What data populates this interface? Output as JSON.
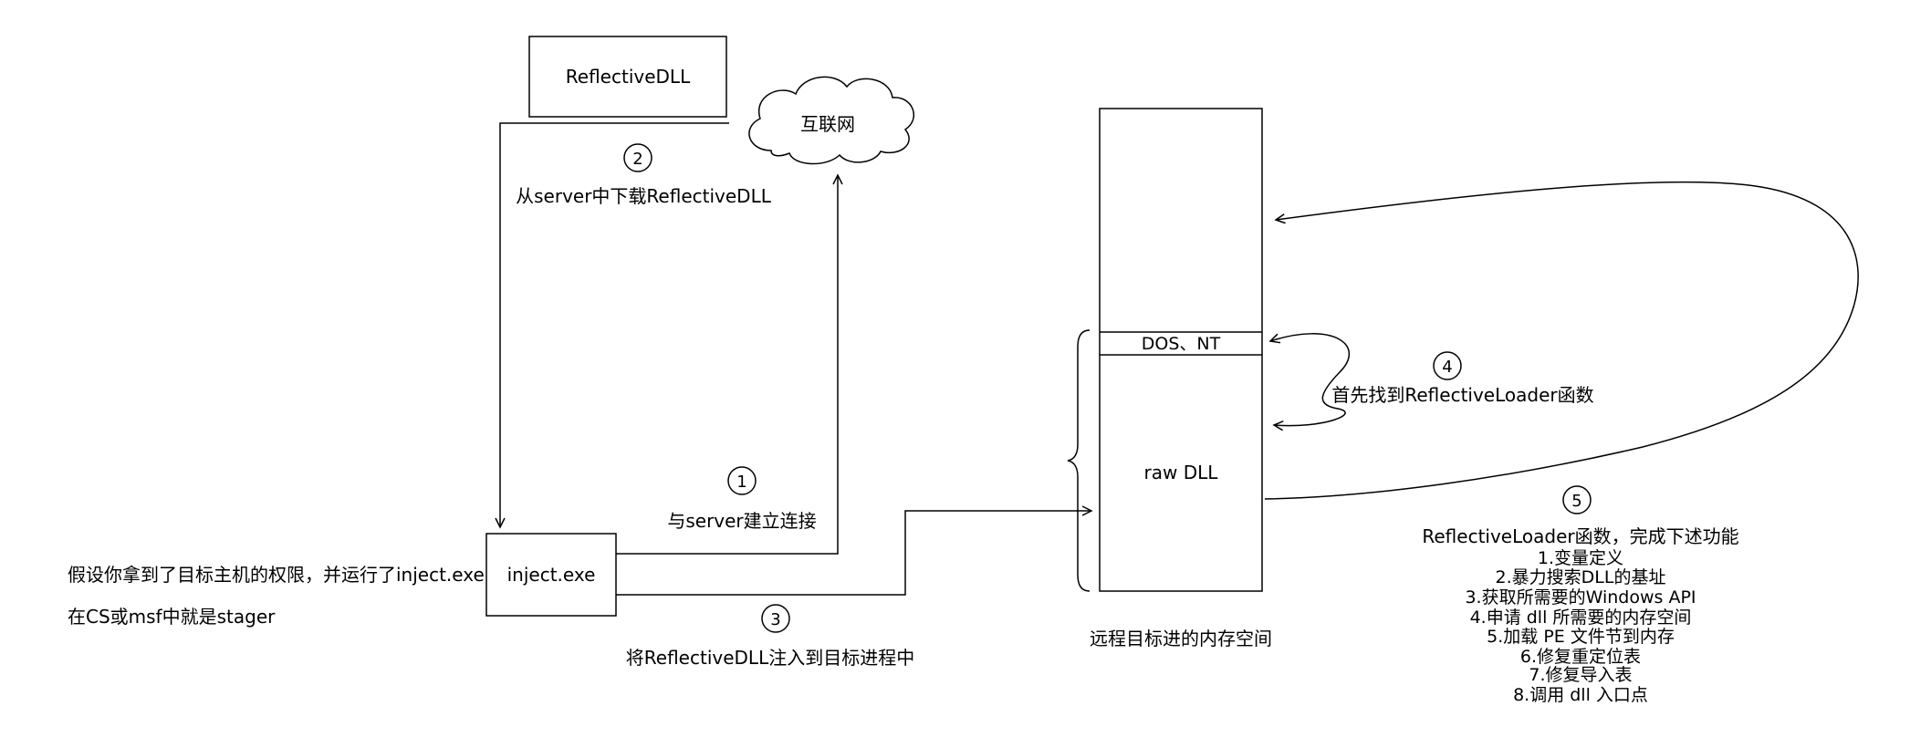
{
  "diagram": {
    "nodes": {
      "reflective_dll": "ReflectiveDLL",
      "internet": "互联网",
      "inject_exe": "inject.exe",
      "dos_nt": "DOS、NT",
      "raw_dll": "raw DLL"
    },
    "steps": {
      "s1": {
        "num": "1",
        "label": "与server建立连接"
      },
      "s2": {
        "num": "2",
        "label": "从server中下载ReflectiveDLL"
      },
      "s3": {
        "num": "3",
        "label": "将ReflectiveDLL注入到目标进程中"
      },
      "s4": {
        "num": "4",
        "label": "首先找到ReflectiveLoader函数"
      },
      "s5": {
        "num": "5"
      }
    },
    "notes": {
      "left_line1": "假设你拿到了目标主机的权限，并运行了inject.exe",
      "left_line2": "在CS或msf中就是stager",
      "memory_label": "远程目标进的内存空间"
    },
    "loader": {
      "title": "ReflectiveLoader函数，完成下述功能",
      "items": [
        "1.变量定义",
        "2.暴力搜索DLL的基址",
        "3.获取所需要的Windows API",
        "4.申请 dll 所需要的内存空间",
        "5.加载 PE 文件节到内存",
        "6.修复重定位表",
        "7.修复导入表",
        "8.调用 dll 入口点"
      ]
    },
    "colors": {
      "stroke": "#000000",
      "background": "#ffffff"
    }
  }
}
